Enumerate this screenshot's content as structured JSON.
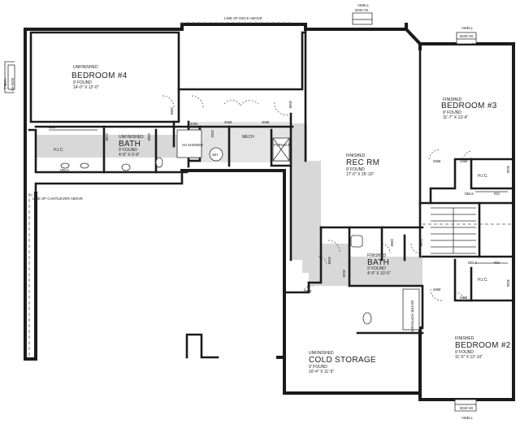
{
  "labels": {
    "line_of_deck_above": "LINE OF DECK ABOVE",
    "line_of_cantilever_above": "LINE OF CANTILEVER ABOVE",
    "awell": "AWELL",
    "awell_window": "5040 HS",
    "window_sh": "5040 SH"
  },
  "rooms": {
    "bedroom4": {
      "status": "UNFINISHED",
      "name": "BEDROOM #4",
      "ceiling": "9' FOUND",
      "size": "14'-0\" X 12'-0\""
    },
    "bath_unfinished": {
      "status": "UNFINISHED",
      "name": "BATH",
      "ceiling": "9' FOUND",
      "size": "4'-5\" X 6'-6\""
    },
    "rec_rm": {
      "status": "FINISHED",
      "name": "REC RM",
      "ceiling": "9' FOUND",
      "size": "17'-0\" X 25'-10\""
    },
    "bedroom3": {
      "status": "FINISHED",
      "name": "BEDROOM #3",
      "ceiling": "9' FOUND",
      "size": "11'-7\" X 13'-4\""
    },
    "bath_finished": {
      "status": "FINISHED",
      "name": "BATH",
      "ceiling": "9' FOUND",
      "size": "4'-5\" X 10'-5\""
    },
    "bedroom2": {
      "status": "FINISHED",
      "name": "BEDROOM #2",
      "ceiling": "9' FOUND",
      "size": "11'-5\" X 12'-10\""
    },
    "cold_storage": {
      "status": "UNFINISHED",
      "name": "COLD STORAGE",
      "ceiling": "9' FOUND",
      "size": "10'-4\" X 11'-5\""
    }
  },
  "fixtures": {
    "hic": "H.I.C.",
    "mech": "MECH",
    "furnace": "FURNACE",
    "wh": "WH",
    "sh_shower": "SH SHOWER",
    "water_softener": "WATER SOFTENER",
    "dbl": "DBL",
    "dbls": "DBLS",
    "r_s": "R/S",
    "sh": "SH"
  },
  "doors": {
    "d2868": "2868",
    "d2468": "2468",
    "d3068": "3068",
    "d4068": "4068",
    "d2060": "2060",
    "d3040": "3040",
    "d5040": "5040",
    "d3060": "3060",
    "d3068_sd": "3068 SD"
  }
}
